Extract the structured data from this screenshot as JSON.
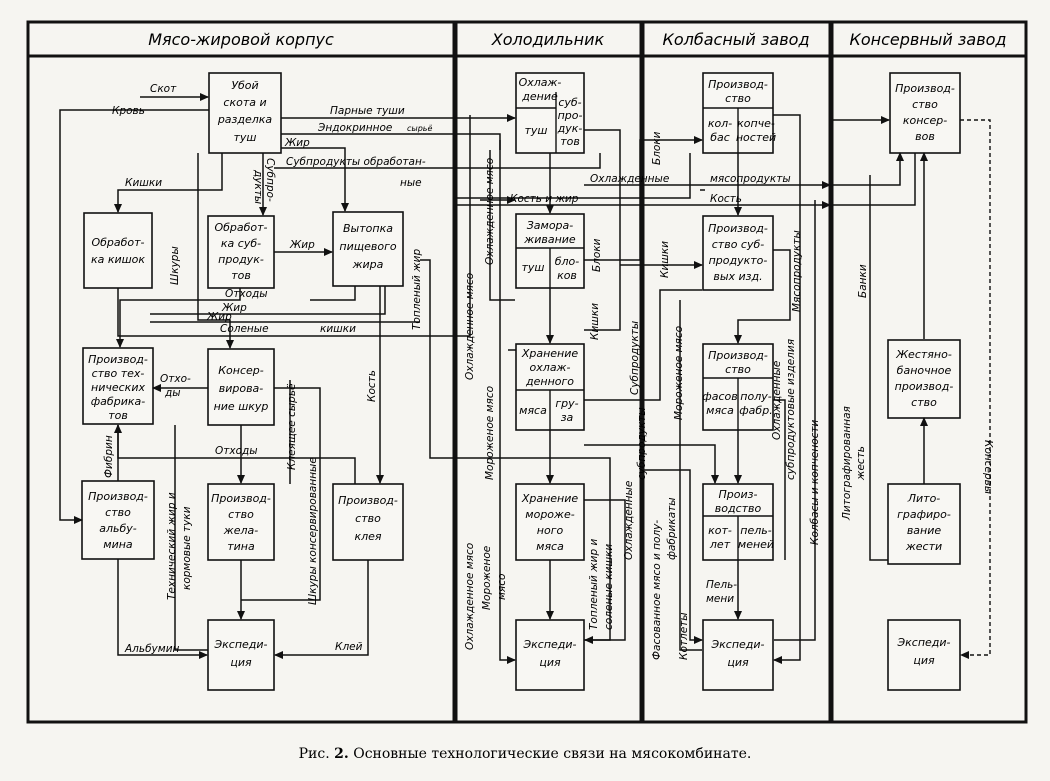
{
  "sections": {
    "meat_fat": "Мясо-жировой корпус",
    "cold_storage": "Холодильник",
    "sausage": "Колбасный завод",
    "cannery": "Консервный завод"
  },
  "boxes": {
    "slaughter": [
      "Убой",
      "скота и",
      "разделка",
      "туш"
    ],
    "casings": [
      "Обработ-",
      "ка кишок"
    ],
    "byproducts_proc": [
      "Обработ-",
      "ка суб-",
      "продук-",
      "тов"
    ],
    "fat_render": [
      "Вытопка",
      "пищевого",
      "жира"
    ],
    "tech_prod": [
      "Производ-",
      "ство тех-",
      "нических",
      "фабрика-",
      "тов"
    ],
    "casing_can": [
      "Консер-",
      "вирова-",
      "ние шкур"
    ],
    "albumin": [
      "Производ-",
      "ство",
      "альбу-",
      "мина"
    ],
    "gelatin": [
      "Производ-",
      "ство",
      "жела-",
      "тина"
    ],
    "glue": [
      "Производ-",
      "ство",
      "клея"
    ],
    "expedition_1": [
      "Экспеди-",
      "ция"
    ],
    "cooling_top": [
      "Охлаж-",
      "дение"
    ],
    "cooling_left": "туш",
    "cooling_right": [
      "суб-",
      "про-",
      "дук-",
      "тов"
    ],
    "freezing_top": [
      "Замора-",
      "живание"
    ],
    "freezing_left": "туш",
    "freezing_right": [
      "бло-",
      "ков"
    ],
    "chilled_top": [
      "Хранение",
      "охлаж-",
      "денного"
    ],
    "chilled_left": "мяса",
    "chilled_right": [
      "гру-",
      "за"
    ],
    "frozen_storage": [
      "Хранение",
      "морожe-",
      "ного",
      "мяса"
    ],
    "expedition_2": [
      "Экспеди-",
      "ция"
    ],
    "sausage_top": [
      "Производ-",
      "ство"
    ],
    "sausage_c1": [
      "кол-",
      "бас"
    ],
    "sausage_c2": [
      "копче-",
      "ностей"
    ],
    "byprod_goods": [
      "Производ-",
      "ство суб-",
      "продукто-",
      "вых изд."
    ],
    "packed_top": [
      "Производ-",
      "ство"
    ],
    "packed_c1": [
      "фасов",
      "мяса"
    ],
    "packed_c2": [
      "полу-",
      "фабр."
    ],
    "cutlets_top": [
      "Произ-",
      "водство"
    ],
    "cutlets_c1": [
      "кот-",
      "лет"
    ],
    "cutlets_c2": [
      "пель-",
      "меней"
    ],
    "expedition_3": [
      "Экспеди-",
      "ция"
    ],
    "canned_prod": [
      "Производ-",
      "ство",
      "консер-",
      "вов"
    ],
    "tin_prod": [
      "Жестяно-",
      "баночное",
      "производ-",
      "ство"
    ],
    "litho": [
      "Лито-",
      "графиро-",
      "вание",
      "жести"
    ],
    "expedition_4": [
      "Экспеди-",
      "ция"
    ]
  },
  "labels": {
    "skot": "Скот",
    "krov": "Кровь",
    "parnye": "Парные туши",
    "endokr": "Эндокринное",
    "syre": "сырьё",
    "zhir": "Жир",
    "subprod_vert": "Субпро-",
    "dukty_vert": "дукты",
    "subprod_obr": "Субпродукты обработан-",
    "nye": "ные",
    "kishki": "Кишки",
    "shkury": "Шкуры",
    "zhir2": "Жир",
    "otkhody": "Отходы",
    "zhir3": "Жир",
    "zhir4": "Жир",
    "solenye": "Соленые",
    "kishki2": "кишки",
    "otkho": "Отхо-",
    "dy": "ды",
    "otkhody2": "Отходы",
    "fibrin": "Фибрин",
    "kleyashchee": "Клеящее сырьё",
    "shkury_kons": "Шкуры консервированные",
    "tekh_zhir": "Технический жир и",
    "korm_tuki": "кормовые туки",
    "kost": "Кость",
    "albumin": "Альбумин",
    "klei": "Клей",
    "toplenyi_zhir": "Топленый жир",
    "oxl_myaso1": "Охлажденное мясо",
    "oxl_myaso2": "Охлажденное мясо",
    "morozh_myaso": "Мороженое мясо",
    "kishki3": "Кишки",
    "bloki": "Блоки",
    "bloki2": "Блоки",
    "subprodukty": "Субпродукты",
    "oxl_subprod": "Охлажденные",
    "subprod_word": "субпродукты",
    "toplenyi2": "Топленый жир и",
    "solenye2": "соленые кишки",
    "oxl_myaso3": "Охлажденное мясо",
    "morozhenoe": "Мороженое",
    "myaso": "мясо",
    "oxlazhd_myasoprod1": "Охлажденные",
    "oxlazhd_myasoprod2": "мясопродукты",
    "kost_zhir": "Кость и жир",
    "kost2": "Кость",
    "kishki4": "Кишки",
    "morozh_myaso2": "Мороженое мясо",
    "myasoprodukty": "Мясопродукты",
    "oxl_subprod_izd": "Охлажденные",
    "subprod_izd2": "субпродуктовые изделия",
    "kolbasy": "Колбасы и копчености",
    "fas_myaso": "Фасованное мясо и полу-",
    "fabrikaty": "фабрикаты",
    "kotlety": "Котлеты",
    "pelmeni": "Пель-",
    "meni": "мени",
    "banki": "Банки",
    "litograf": "Литографированная",
    "zhest": "жесть",
    "konservy": "Консервы"
  },
  "caption": {
    "prefix": "Рис. ",
    "num": "2.",
    "text": " Основные технологические связи на мясокомбинате."
  }
}
